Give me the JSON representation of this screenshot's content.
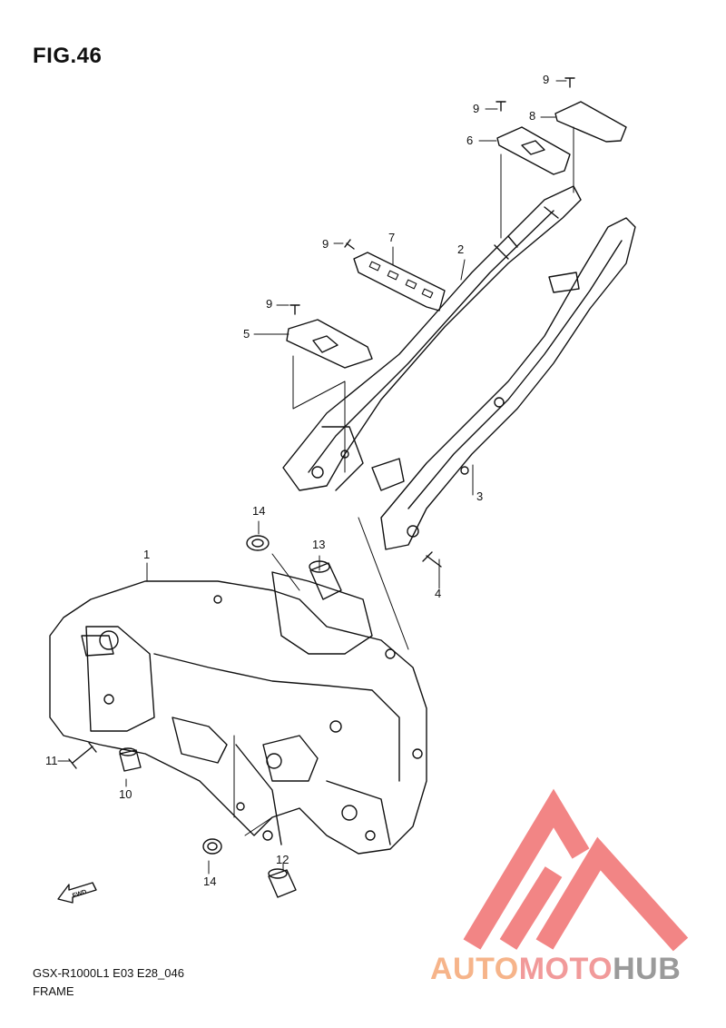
{
  "figure": {
    "title": "FIG.46"
  },
  "callouts": {
    "c1": "1",
    "c2": "2",
    "c3": "3",
    "c4": "4",
    "c5": "5",
    "c6": "6",
    "c7": "7",
    "c8": "8",
    "c9a": "9",
    "c9b": "9",
    "c9c": "9",
    "c9d": "9",
    "c10": "10",
    "c11": "11",
    "c12": "12",
    "c13": "13",
    "c14a": "14",
    "c14b": "14"
  },
  "direction": {
    "text": "FWD"
  },
  "footer": {
    "code": "GSX-R1000L1  E03 E28_046",
    "name": "FRAME"
  },
  "watermark": {
    "part1": "AUTO",
    "part2": "MOTO",
    "part3": "HUB",
    "colors": {
      "auto": "#f6b48a",
      "moto": "#f19a9a",
      "hub": "#9a9a9a",
      "logo": "#f07070"
    }
  }
}
